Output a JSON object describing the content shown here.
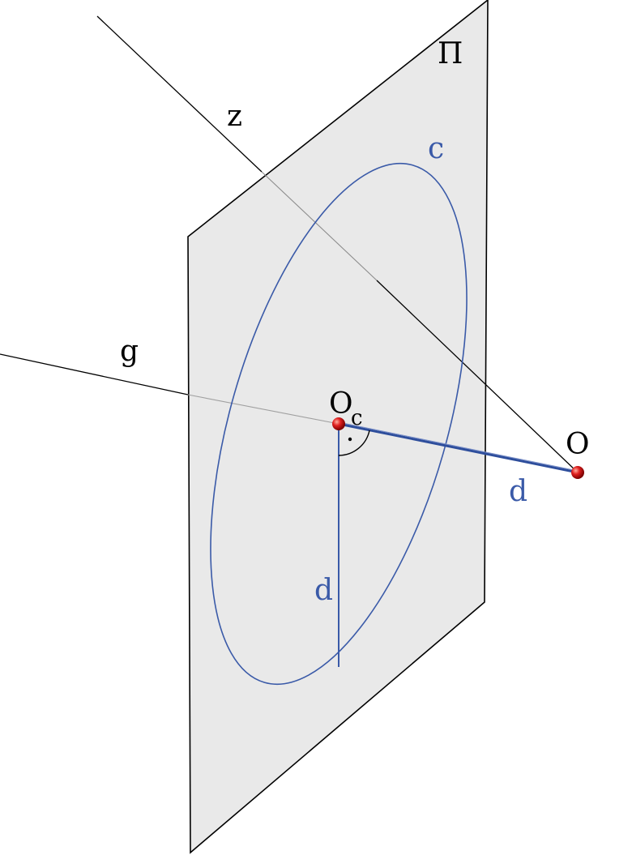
{
  "labels": {
    "plane": "Π",
    "circle": "c",
    "axis_z": "z",
    "line_g": "g",
    "center_main": "O",
    "center_sub": "c",
    "point_o": "O",
    "dist_horizontal": "d",
    "dist_vertical": "d"
  },
  "colors": {
    "plane_fill": "#e9e9e9",
    "plane_edge": "#000000",
    "circle": "#3a5aa8",
    "segment": "#3a5aa8",
    "line": "#000000",
    "point": "#d81a1a"
  }
}
